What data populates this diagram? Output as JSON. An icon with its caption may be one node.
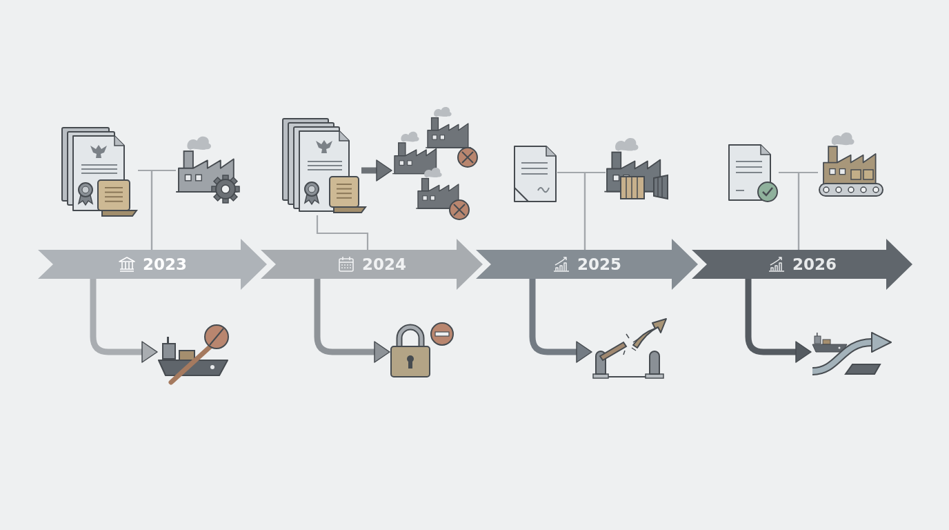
{
  "diagram": {
    "nodes": [
      {
        "text": [
          "2023"
        ]
      },
      {
        "text": [
          "2024"
        ]
      },
      {
        "text": [
          "2025"
        ]
      },
      {
        "text": [
          "2026"
        ]
      },
      {
        "text": [],
        "shape": "picture"
      },
      {
        "text": [],
        "shape": "picture"
      },
      {
        "text": [],
        "shape": "picture"
      },
      {
        "text": [],
        "shape": "picture"
      },
      {
        "text": [],
        "shape": "picture"
      },
      {
        "text": [],
        "shape": "picture"
      },
      {
        "text": [],
        "shape": "picture"
      },
      {
        "text": [],
        "shape": "picture"
      },
      {
        "text": [],
        "shape": "picture"
      },
      {
        "text": [],
        "shape": "picture"
      },
      {
        "text": [],
        "shape": "picture"
      },
      {
        "text": [],
        "shape": "picture"
      }
    ],
    "edges": [
      {
        "from": 0,
        "to": 4,
        "arrow": "none"
      },
      {
        "from": 0,
        "to": 5,
        "arrow": "none"
      },
      {
        "from": 0,
        "to": 6,
        "arrow": "to",
        "style": "thick",
        "color": "#a9adb1"
      },
      {
        "from": 1,
        "to": 7,
        "arrow": "none"
      },
      {
        "from": 7,
        "to": 8,
        "arrow": "to",
        "style": "thick",
        "color": "#6d7277"
      },
      {
        "from": 1,
        "to": 9,
        "arrow": "to",
        "style": "thick",
        "color": "#8e9398"
      },
      {
        "from": 2,
        "to": 10,
        "arrow": "none"
      },
      {
        "from": 2,
        "to": 11,
        "arrow": "none"
      },
      {
        "from": 2,
        "to": 12,
        "arrow": "to",
        "style": "thick",
        "color": "#737b83"
      },
      {
        "from": 3,
        "to": 13,
        "arrow": "none"
      },
      {
        "from": 3,
        "to": 14,
        "arrow": "none"
      },
      {
        "from": 3,
        "to": 15,
        "arrow": "to",
        "style": "thick",
        "color": "#555b61"
      }
    ]
  }
}
